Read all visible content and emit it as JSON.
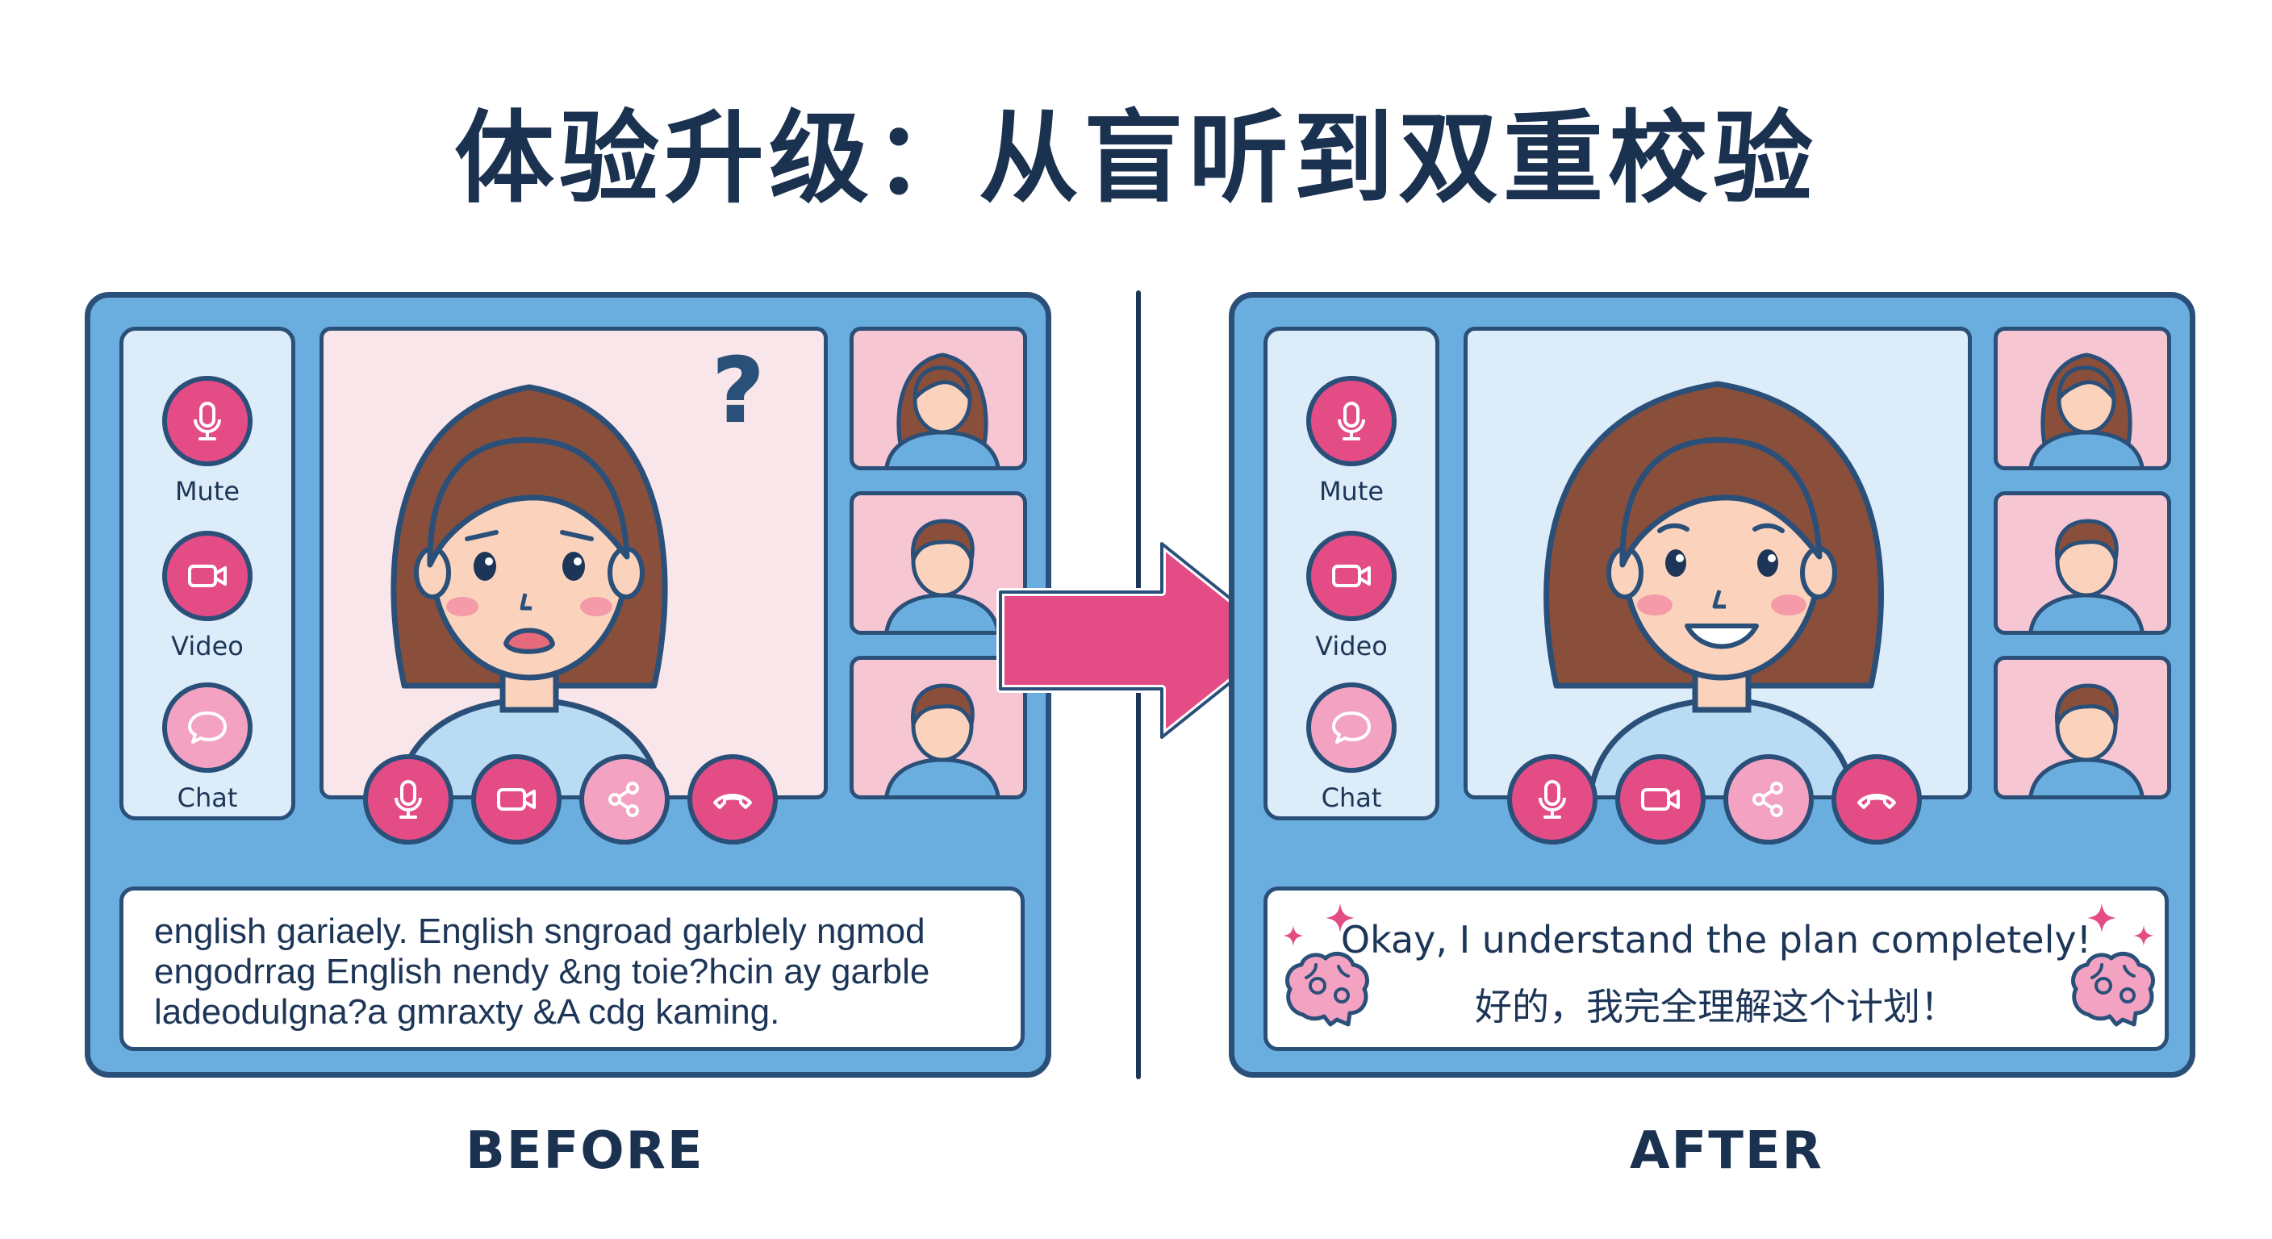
{
  "title": "体验升级：从盲听到双重校验",
  "panels": {
    "before": {
      "label": "BEFORE",
      "sidebar": [
        {
          "label": "Mute",
          "icon": "microphone-icon"
        },
        {
          "label": "Video",
          "icon": "video-camera-icon"
        },
        {
          "label": "Chat",
          "icon": "chat-bubble-icon"
        }
      ],
      "question_mark": "?",
      "caption_lines": [
        "english gariaely. English sngroad garblely ngmod",
        "engodrrag English nendy &ng toie?hcin ay garble",
        "ladeodulgna?a gmraxty &A cdg kaming."
      ]
    },
    "after": {
      "label": "AFTER",
      "sidebar": [
        {
          "label": "Mute",
          "icon": "microphone-icon"
        },
        {
          "label": "Video",
          "icon": "video-camera-icon"
        },
        {
          "label": "Chat",
          "icon": "chat-bubble-icon"
        }
      ],
      "caption_en": "Okay, I understand the plan completely!",
      "caption_zh": "好的，我完全理解这个计划！"
    }
  },
  "controls": [
    "microphone-icon",
    "video-camera-icon",
    "share-icon",
    "hang-up-icon"
  ],
  "colors": {
    "panel_bg": "#6aaee0",
    "outline": "#2a4f78",
    "accent_pink": "#e44c86",
    "light_pink": "#f3a3c1",
    "light_blue": "#dcecf9"
  }
}
